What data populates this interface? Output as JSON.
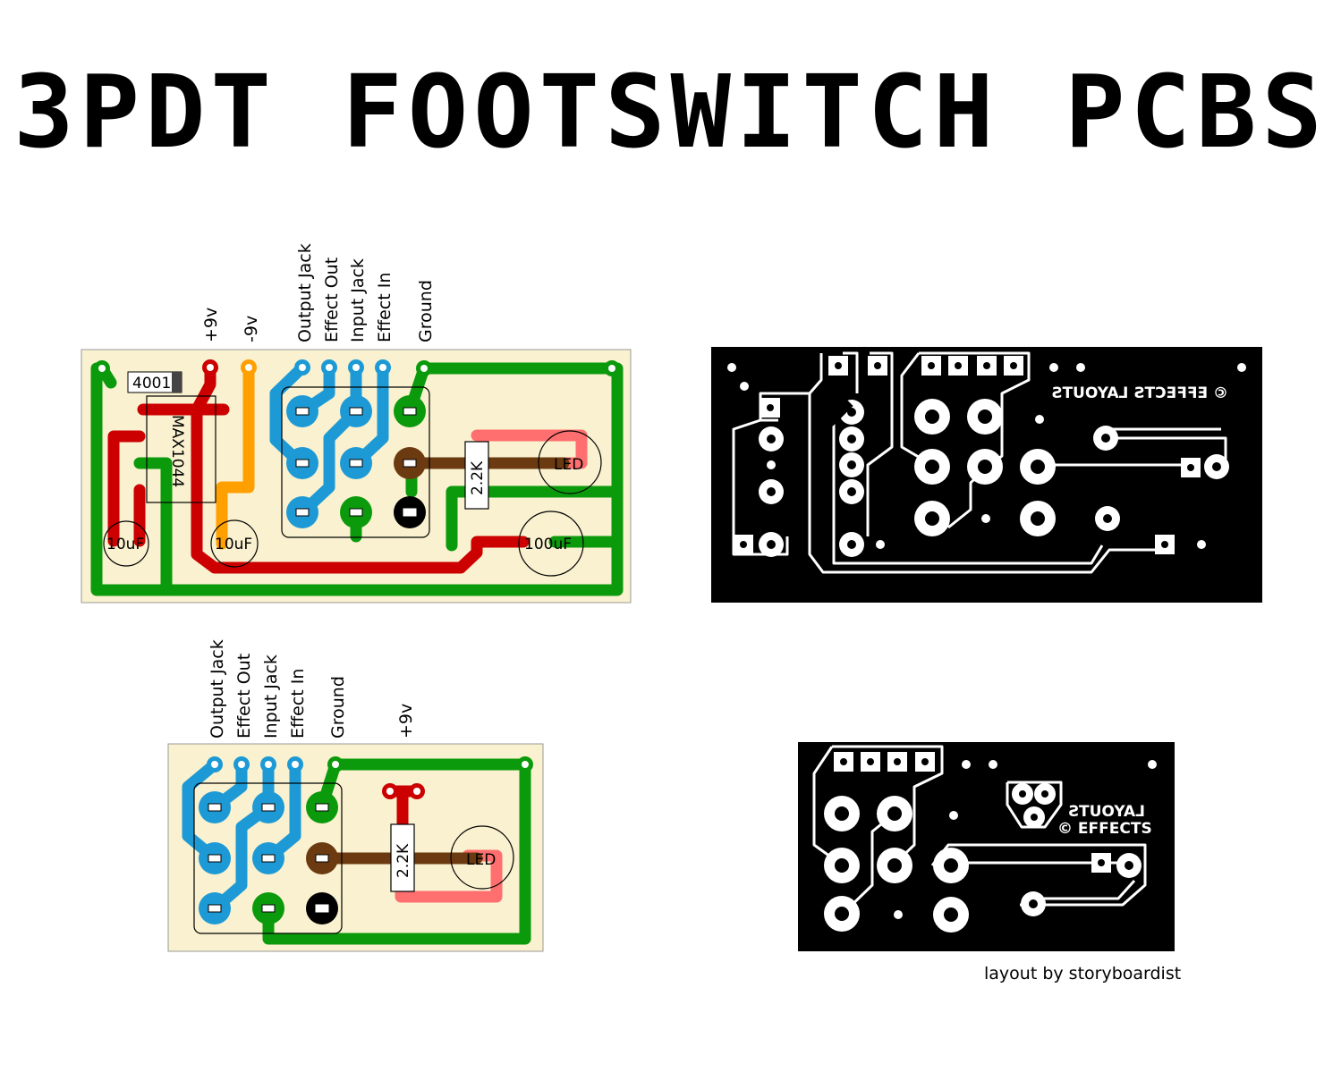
{
  "title": "3PDT FOOTSWITCH PCBS",
  "credit": "layout by storyboardist",
  "colors": {
    "board": "#f9f1cf",
    "red": "#cc0000",
    "green": "#0b9a0b",
    "blue": "#1d9ad6",
    "orange": "#ff9f00",
    "brown": "#6b3a10",
    "pink": "#ff6f6f",
    "etch": "#000000"
  },
  "board1": {
    "labels": [
      "+9v",
      "-9v",
      "Output Jack",
      "Effect Out",
      "Input Jack",
      "Effect In",
      "Ground"
    ],
    "ic_chip": "4001",
    "ic": "MAX1044",
    "cap1": "10uF",
    "cap2": "10uF",
    "cap3": "100uF",
    "resistor": "2.2K",
    "led": "LED"
  },
  "board2": {
    "labels": [
      "Output Jack",
      "Effect Out",
      "Input Jack",
      "Effect In",
      "Ground",
      "+9v"
    ],
    "resistor": "2.2K",
    "led": "LED"
  },
  "copyright": {
    "large": "© EFFECTS LAYOUTS",
    "small_line1": "LAYOUTS",
    "small_line2": "© EFFECTS"
  }
}
